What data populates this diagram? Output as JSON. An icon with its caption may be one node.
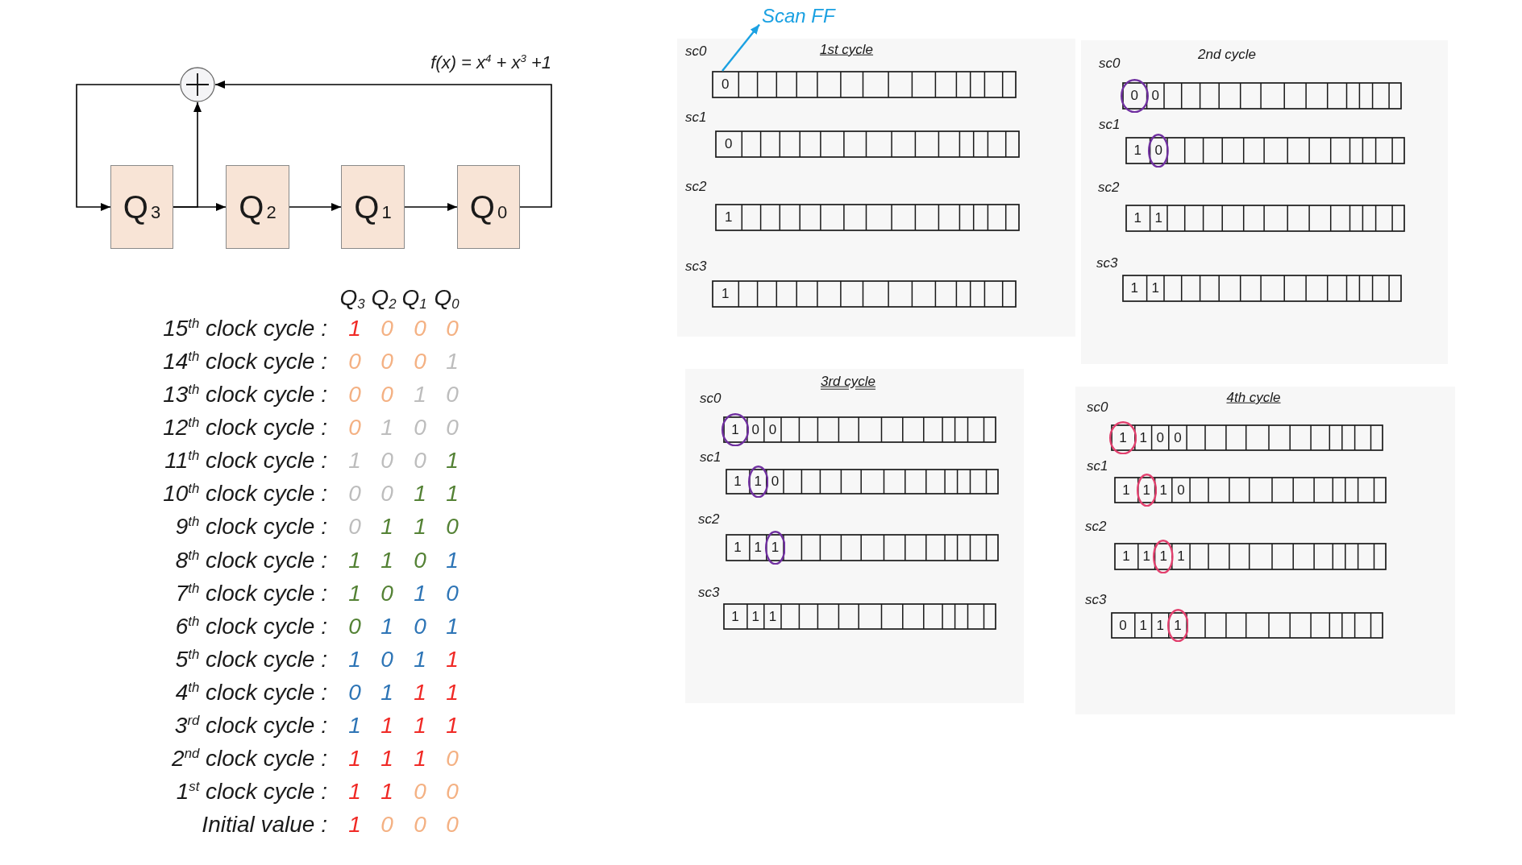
{
  "diagram": {
    "nodes": [
      {
        "text": [],
        "shape": "circle"
      },
      {
        "text": [
          "Q$_{3}$"
        ]
      },
      {
        "text": [
          "Q$_{2}$"
        ]
      },
      {
        "text": [
          "Q$_{1}$"
        ]
      },
      {
        "text": [
          "Q$_{0}$"
        ]
      },
      {
        "text": [
          "Scan FF"
        ]
      },
      {
        "text": [
          "1st cycle"
        ]
      },
      {
        "text": [
          "0"
        ],
        "beside": [
          "sc0"
        ],
        "in": 6
      },
      {
        "text": [
          "0"
        ],
        "beside": [
          "sc1"
        ],
        "in": 6
      },
      {
        "text": [
          "1"
        ],
        "beside": [
          "sc2"
        ],
        "in": 6
      },
      {
        "text": [
          "1"
        ],
        "beside": [
          "sc3"
        ],
        "in": 6
      },
      {
        "text": [
          "2nd cycle"
        ]
      },
      {
        "text": [
          "0",
          "0"
        ],
        "beside": [
          "sc0"
        ],
        "in": 11
      },
      {
        "text": [
          "1",
          "0"
        ],
        "beside": [
          "sc1"
        ],
        "in": 11
      },
      {
        "text": [
          "1",
          "1"
        ],
        "beside": [
          "sc2"
        ],
        "in": 11
      },
      {
        "text": [
          "1",
          "1"
        ],
        "beside": [
          "sc3"
        ],
        "in": 11
      },
      {
        "text": [
          "3rd cycle"
        ]
      },
      {
        "text": [
          "1",
          "0",
          "0"
        ],
        "beside": [
          "sc0"
        ],
        "in": 16
      },
      {
        "text": [
          "1",
          "1",
          "0"
        ],
        "beside": [
          "sc1"
        ],
        "in": 16
      },
      {
        "text": [
          "1",
          "1",
          "1"
        ],
        "beside": [
          "sc2"
        ],
        "in": 16
      },
      {
        "text": [
          "1",
          "1",
          "1"
        ],
        "beside": [
          "sc3"
        ],
        "in": 16
      },
      {
        "text": [
          "4th cycle"
        ]
      },
      {
        "text": [
          "1",
          "1",
          "0",
          "0"
        ],
        "beside": [
          "sc0"
        ],
        "in": 21
      },
      {
        "text": [
          "1",
          "1",
          "1",
          "0"
        ],
        "beside": [
          "sc1"
        ],
        "in": 21
      },
      {
        "text": [
          "1",
          "1",
          "1",
          "1"
        ],
        "beside": [
          "sc2"
        ],
        "in": 21
      },
      {
        "text": [
          "0",
          "1",
          "1",
          "1"
        ],
        "beside": [
          "sc3"
        ],
        "in": 21
      }
    ],
    "edges": [
      {
        "from": 1,
        "to": 2,
        "arrow": "to"
      },
      {
        "from": 1,
        "to": 0,
        "arrow": "to"
      },
      {
        "from": 2,
        "to": 3,
        "arrow": "to"
      },
      {
        "from": 3,
        "to": 4,
        "arrow": "to"
      },
      {
        "from": 4,
        "to": 0,
        "arrow": "to"
      },
      {
        "from": 0,
        "to": 1,
        "arrow": "to"
      },
      {
        "from": 7,
        "to": 5,
        "arrow": "to",
        "color": "#1ba1e2"
      }
    ],
    "labels": [
      "f(x) = x$^{4}$ + x$^{3}$ +1",
      "Q$_{3}$",
      "Q$_{2}$",
      "Q$_{1}$",
      "Q$_{0}$",
      "15$^{th}$ clock cycle :",
      "1",
      "0",
      "0",
      "0",
      "14$^{th}$ clock cycle :",
      "0",
      "0",
      "0",
      "1",
      "13$^{th}$ clock cycle :",
      "0",
      "0",
      "1",
      "0",
      "12$^{th}$ clock cycle :",
      "0",
      "1",
      "0",
      "0",
      "11$^{th}$ clock cycle :",
      "1",
      "0",
      "0",
      "1",
      "10$^{th}$ clock cycle :",
      "0",
      "0",
      "1",
      "1",
      "9$^{th}$ clock cycle :",
      "0",
      "1",
      "1",
      "0",
      "8$^{th}$ clock cycle :",
      "1",
      "1",
      "0",
      "1",
      "7$^{th}$ clock cycle :",
      "1",
      "0",
      "1",
      "0",
      "6$^{th}$ clock cycle :",
      "0",
      "1",
      "0",
      "1",
      "5$^{th}$ clock cycle :",
      "1",
      "0",
      "1",
      "1",
      "4$^{th}$ clock cycle :",
      "0",
      "1",
      "1",
      "1",
      "3$^{rd}$ clock cycle :",
      "1",
      "1",
      "1",
      "1",
      "2$^{nd}$ clock cycle :",
      "1",
      "1",
      "1",
      "0",
      "1$^{st}$ clock cycle :",
      "1",
      "1",
      "0",
      "0",
      "Initial value :",
      "1",
      "0",
      "0",
      "0"
    ]
  }
}
